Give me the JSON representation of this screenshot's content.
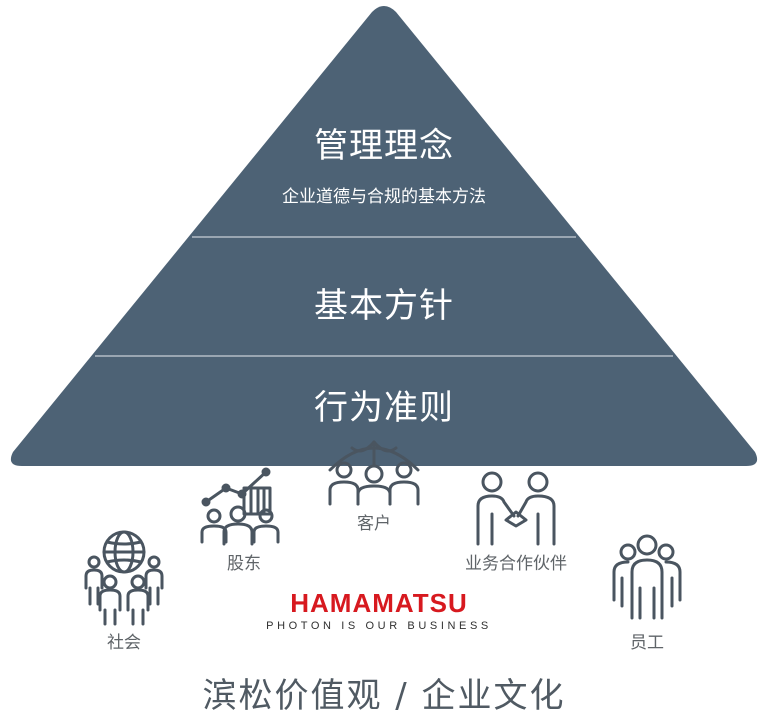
{
  "pyramid": {
    "fill": "#4d6275",
    "tiers": [
      {
        "title": "管理理念",
        "subtitle": "企业道德与合规的基本方法"
      },
      {
        "title": "基本方针"
      },
      {
        "title": "行为准则"
      }
    ]
  },
  "stakeholders": [
    {
      "label": "社会",
      "icon": "globe-community-icon"
    },
    {
      "label": "股东",
      "icon": "shareholders-chart-icon"
    },
    {
      "label": "客户",
      "icon": "customers-umbrella-icon"
    },
    {
      "label": "业务合作伙伴",
      "icon": "handshake-partners-icon"
    },
    {
      "label": "员工",
      "icon": "employees-group-icon"
    }
  ],
  "brand": {
    "name": "HAMAMATSU",
    "tagline": "PHOTON IS OUR BUSINESS",
    "color": "#d7191f"
  },
  "footer": {
    "title": "滨松价值观 / 企业文化"
  }
}
